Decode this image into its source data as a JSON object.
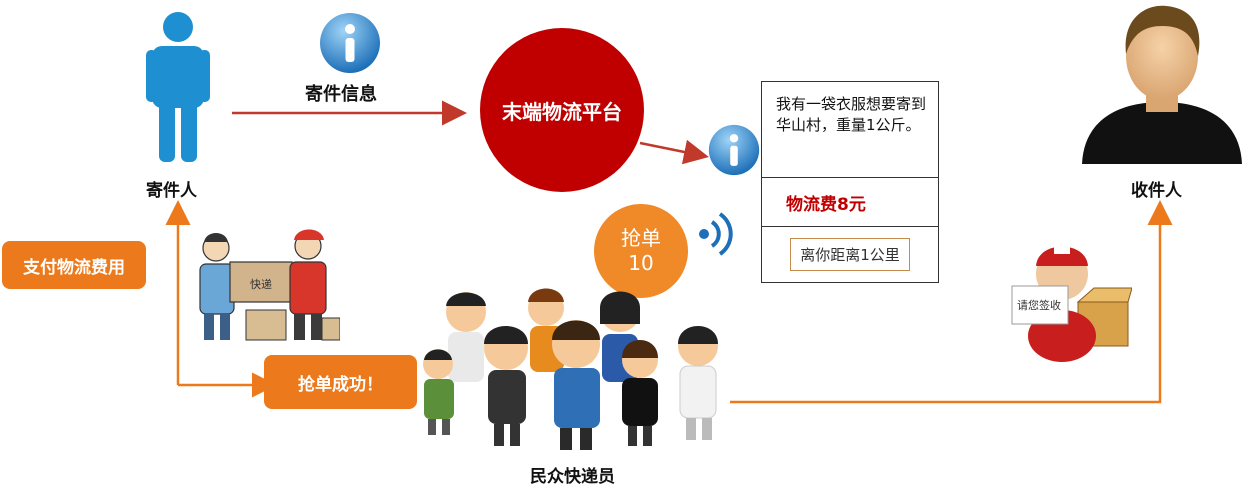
{
  "sender": {
    "label": "寄件人"
  },
  "receiver": {
    "label": "收件人"
  },
  "platform": {
    "label": "末端物流平台"
  },
  "send_info": {
    "label": "寄件信息"
  },
  "pay_fee": {
    "label": "支付物流费用"
  },
  "grab_success": {
    "label": "抢单成功！"
  },
  "grab_badge": {
    "title": "抢单",
    "count": "10"
  },
  "couriers": {
    "label": "民众快递员"
  },
  "message_card": {
    "text": "我有一袋衣服想要寄到华山村，重量1公斤。",
    "fee": "物流费8元",
    "distance": "离你距离1公里"
  },
  "illustrations": {
    "package_handover_tag": "快递",
    "sign_card": "请您签收"
  },
  "colors": {
    "platform_red": "#c00000",
    "sender_blue": "#1e8fd0",
    "orange": "#ec7a1c",
    "arrow_red": "#c0392b",
    "fee_red": "#c00000"
  },
  "icons": [
    "person-icon",
    "info-icon",
    "signal-icon",
    "avatar-icon"
  ]
}
